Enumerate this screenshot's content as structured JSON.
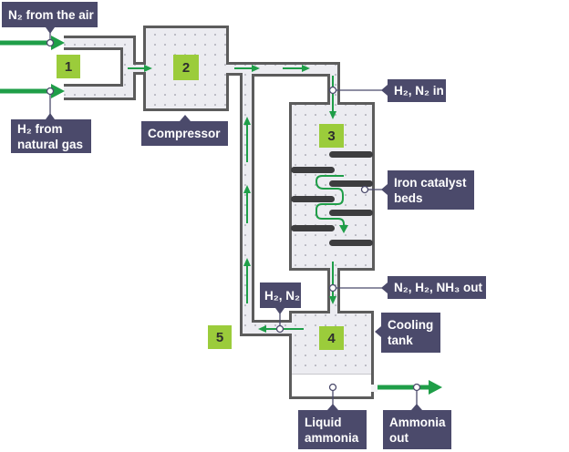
{
  "diagram": {
    "title": "Haber process",
    "labels": {
      "n2_from_air": [
        "N₂ from the air"
      ],
      "h2_from_gas": [
        "H₂ from",
        "natural gas"
      ],
      "compressor": [
        "Compressor"
      ],
      "h2_n2_in": [
        "H₂, N₂ in"
      ],
      "iron_catalyst": [
        "Iron catalyst",
        "beds"
      ],
      "products_out": [
        "N₂, H₂, NH₃ out"
      ],
      "cooling_tank": [
        "Cooling",
        "tank"
      ],
      "recycle_gases": [
        "H₂, N₂"
      ],
      "liquid_ammonia": [
        "Liquid",
        "ammonia"
      ],
      "ammonia_out": [
        "Ammonia",
        "out"
      ]
    },
    "steps": [
      "1",
      "2",
      "3",
      "4",
      "5"
    ]
  },
  "colors": {
    "flow_arrow": "#1f9e48",
    "step_box": "#9bcc3b",
    "label_box": "#4b4a6b",
    "pipe_wall": "#5c5c5c",
    "pipe_fill": "#ececf1",
    "catalyst_bed": "#3d3d3f"
  }
}
